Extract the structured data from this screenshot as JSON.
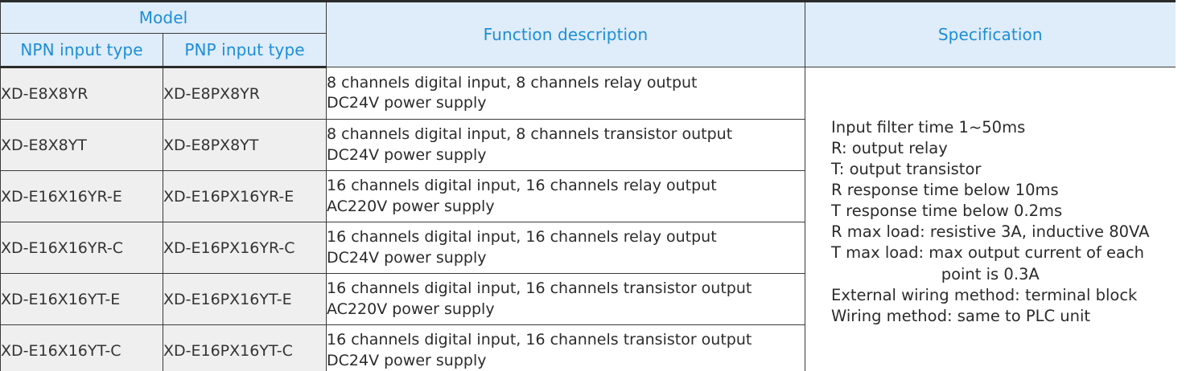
{
  "table": {
    "header": {
      "model_group": "Model",
      "npn": "NPN input type",
      "pnp": "PNP input type",
      "function": "Function description",
      "specification": "Specification"
    },
    "rows": [
      {
        "npn": "XD-E8X8YR",
        "pnp": "XD-E8PX8YR",
        "function_line1": "8 channels digital input, 8 channels relay output",
        "function_line2": "DC24V power supply"
      },
      {
        "npn": "XD-E8X8YT",
        "pnp": "XD-E8PX8YT",
        "function_line1": "8 channels digital input, 8 channels transistor output",
        "function_line2": "DC24V power supply"
      },
      {
        "npn": "XD-E16X16YR-E",
        "pnp": "XD-E16PX16YR-E",
        "function_line1": "16 channels digital input, 16 channels relay output",
        "function_line2": "AC220V power supply"
      },
      {
        "npn": "XD-E16X16YR-C",
        "pnp": "XD-E16PX16YR-C",
        "function_line1": "16 channels digital input, 16 channels relay output",
        "function_line2": "DC24V power supply"
      },
      {
        "npn": "XD-E16X16YT-E",
        "pnp": "XD-E16PX16YT-E",
        "function_line1": "16 channels digital input, 16 channels transistor output",
        "function_line2": "AC220V power supply"
      },
      {
        "npn": "XD-E16X16YT-C",
        "pnp": "XD-E16PX16YT-C",
        "function_line1": "16 channels digital input, 16 channels transistor output",
        "function_line2": "DC24V power supply"
      }
    ],
    "specification_lines": [
      "Input filter time 1~50ms",
      "R: output relay",
      "T: output transistor",
      "R response time below 10ms",
      "T response time below 0.2ms",
      "R max load: resistive 3A, inductive 80VA",
      "T max load: max output current of each",
      "point is 0.3A",
      "External wiring method: terminal block",
      "Wiring method: same to PLC unit"
    ]
  },
  "colors": {
    "header_background": "#dfecf9",
    "header_text": "#1c8ed6",
    "model_cell_background": "#efefef",
    "body_text": "#2b2b2b",
    "border": "#3a3a3a"
  }
}
